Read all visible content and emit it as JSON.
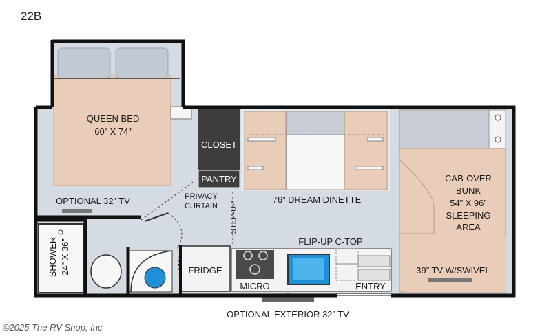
{
  "model": "22B",
  "rooms": {
    "bed": {
      "title": "QUEEN BED",
      "size": "60” X 74”"
    },
    "closet": "CLOSET",
    "pantry": "PANTRY",
    "dinette": "76” DREAM DINETTE",
    "cabover": {
      "title": "CAB-OVER",
      "sub": "BUNK",
      "size": "54” X 96”",
      "line3": "SLEEPING",
      "line4": "AREA"
    },
    "tv_bedroom": "OPTIONAL 32” TV",
    "privacy": {
      "line1": "PRIVACY",
      "line2": "CURTAIN"
    },
    "stepup": "STEP-UP",
    "shower": {
      "line1": "SHOWER",
      "line2": "24” X 36”"
    },
    "fridge": "FRIDGE",
    "micro": "MICRO",
    "flipup": "FLIP-UP C-TOP",
    "entry": "ENTRY",
    "tv_swivel": "39” TV W/SWIVEL",
    "exterior_tv": "OPTIONAL EXTERIOR 32” TV"
  },
  "colors": {
    "floor": "#d5dbe3",
    "wall": "#111111",
    "bed": "#e9cdb8",
    "closet": "#3d3d3d",
    "sink": "#1e90d8"
  },
  "watermark": "©2025 The RV Shop, Inc"
}
